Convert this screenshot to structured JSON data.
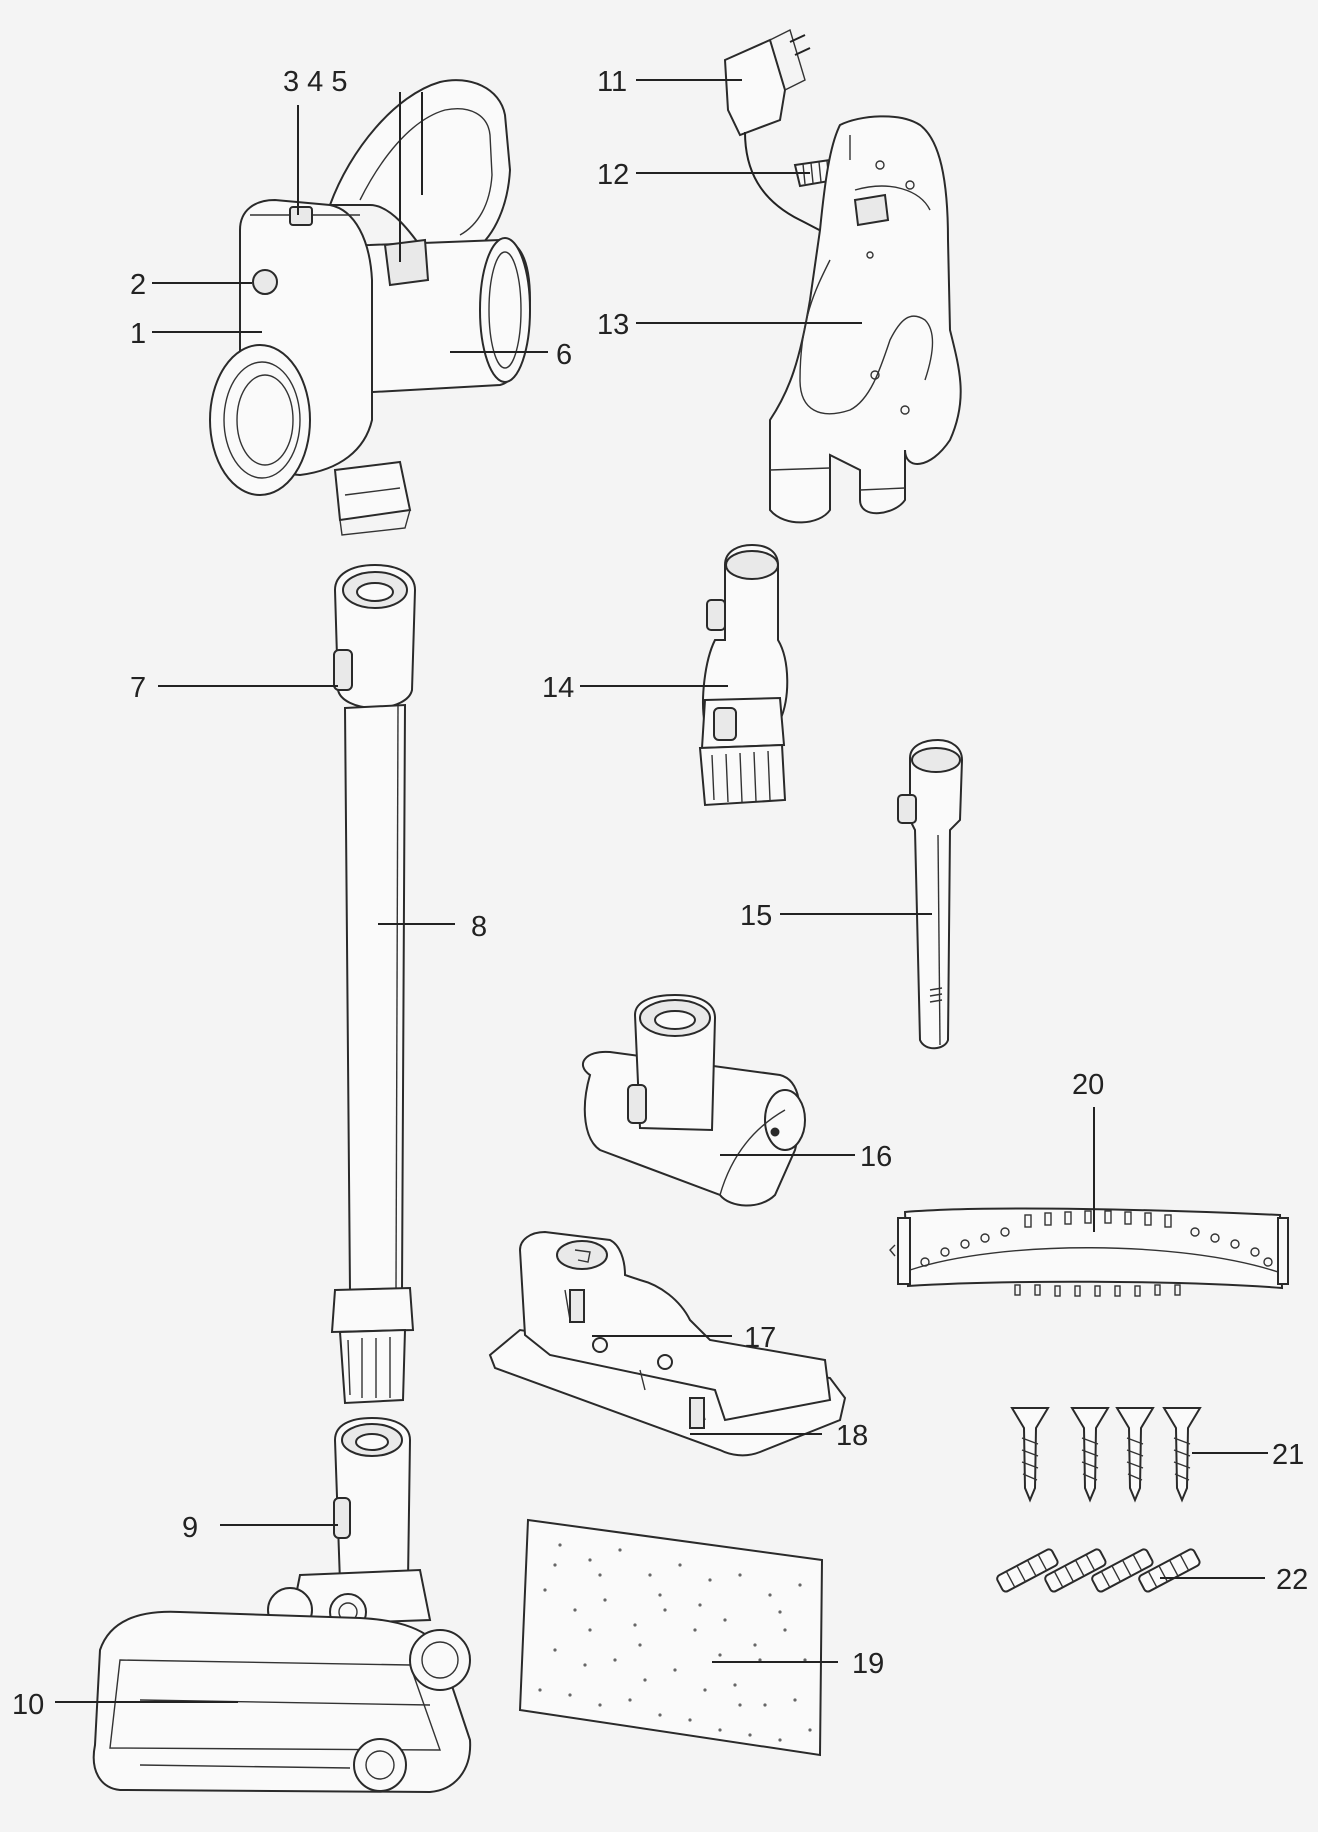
{
  "labels": [
    {
      "id": "1",
      "text": "1"
    },
    {
      "id": "2",
      "text": "2"
    },
    {
      "id": "345",
      "text": "3 4 5"
    },
    {
      "id": "6",
      "text": "6"
    },
    {
      "id": "7",
      "text": "7"
    },
    {
      "id": "8",
      "text": "8"
    },
    {
      "id": "9",
      "text": "9"
    },
    {
      "id": "10",
      "text": "10"
    },
    {
      "id": "11",
      "text": "11"
    },
    {
      "id": "12",
      "text": "12"
    },
    {
      "id": "13",
      "text": "13"
    },
    {
      "id": "14",
      "text": "14"
    },
    {
      "id": "15",
      "text": "15"
    },
    {
      "id": "16",
      "text": "16"
    },
    {
      "id": "17",
      "text": "17"
    },
    {
      "id": "18",
      "text": "18"
    },
    {
      "id": "19",
      "text": "19"
    },
    {
      "id": "20",
      "text": "20"
    },
    {
      "id": "21",
      "text": "21"
    },
    {
      "id": "22",
      "text": "22"
    }
  ]
}
